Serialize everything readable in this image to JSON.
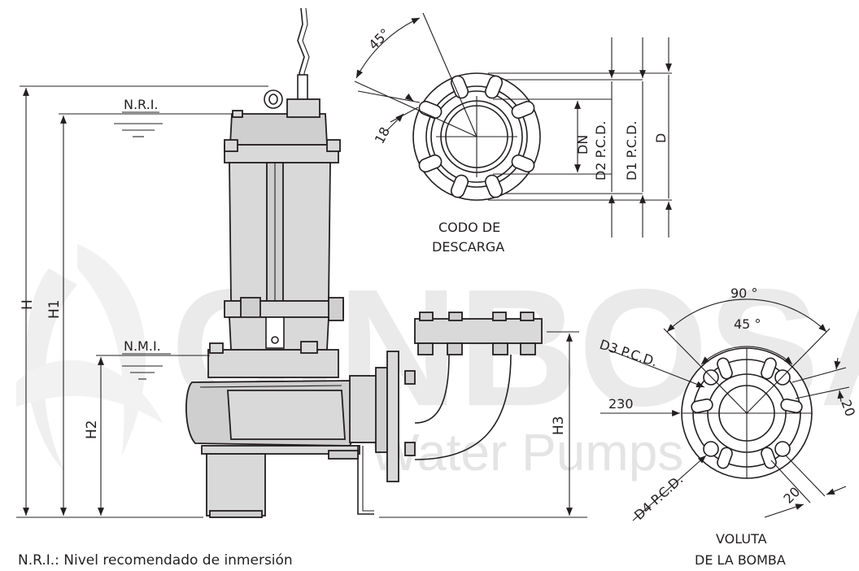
{
  "watermark": {
    "brand": "CINBOSA",
    "sub": "Water Pumps"
  },
  "levels": {
    "nri": "N.R.I.",
    "nmi": "N.M.I."
  },
  "dimensions": {
    "h": "H",
    "h1": "H1",
    "h2": "H2",
    "h3": "H3",
    "dn": "DN",
    "d2": "D2 P.C.D.",
    "d1": "D1 P.C.D.",
    "d": "D",
    "d3": "D3 P.C.D.",
    "d4": "D4 P.C.D.",
    "angle_45_top": "45°",
    "dim_18": "18",
    "angle_90": "90 °",
    "angle_45_volute": "45 °",
    "dim_230": "230",
    "dim_20_right": "20",
    "dim_20_bottom": "20"
  },
  "captions": {
    "codo_line1": "CODO DE",
    "codo_line2": "DESCARGA",
    "voluta_line1": "VOLUTA",
    "voluta_line2": "DE LA BOMBA",
    "legend": "N.R.I.: Nivel recomendado de inmersión"
  }
}
